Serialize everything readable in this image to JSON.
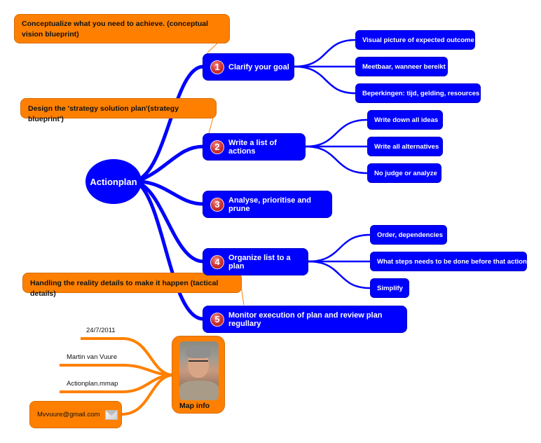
{
  "root": {
    "label": "Actionplan"
  },
  "notes": [
    {
      "text": "Conceptualize what you need to achieve. (conceptual vision blueprint)"
    },
    {
      "text": "Design  the 'strategy solution plan'(strategy blueprint')"
    },
    {
      "text": "Handling the reality details to make it happen (tactical details)"
    }
  ],
  "steps": [
    {
      "num": "1",
      "label": "Clarify your goal",
      "children": [
        "Visual picture of expected outcome",
        "Meetbaar, wanneer bereikt",
        "Beperkingen: tijd, gelding, resources"
      ]
    },
    {
      "num": "2",
      "label": "Write a list of actions",
      "children": [
        "Write down all ideas",
        "Write all alternatives",
        "No judge or analyze"
      ]
    },
    {
      "num": "3",
      "label": "Analyse, prioritise and prune",
      "children": []
    },
    {
      "num": "4",
      "label": "Organize list to a plan",
      "children": [
        "Order, dependencies",
        "What steps needs to be done before that action",
        "Simplify"
      ]
    },
    {
      "num": "5",
      "label": "Monitor execution of plan and review plan regullary",
      "children": []
    }
  ],
  "map_info": {
    "label": "Map info",
    "date": "24/7/2011",
    "author": "Martin van Vuure",
    "filename": "Actionplan.mmap",
    "email": "Mvvuure@gmail.com"
  },
  "colors": {
    "topic": "#0000ff",
    "note": "#ff8000",
    "number_badge": "#c83232"
  }
}
